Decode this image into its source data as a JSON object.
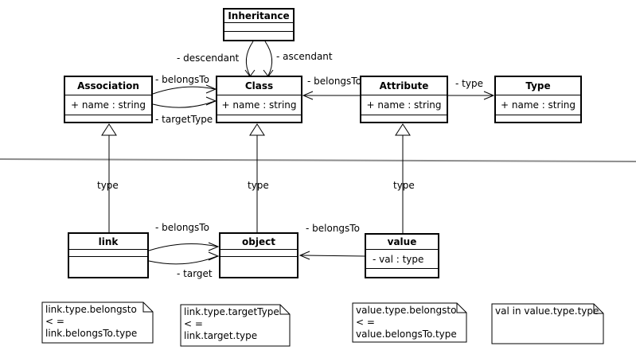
{
  "classes": {
    "inheritance": {
      "name": "Inheritance"
    },
    "association": {
      "name": "Association",
      "attr": "+ name : string"
    },
    "class": {
      "name": "Class",
      "attr": "+ name : string"
    },
    "attribute": {
      "name": "Attribute",
      "attr": "+ name : string"
    },
    "type": {
      "name": "Type",
      "attr": "+ name : string"
    },
    "link": {
      "name": "link"
    },
    "object": {
      "name": "object"
    },
    "value": {
      "name": "value",
      "attr": "- val : type"
    }
  },
  "labels": {
    "descendant": "- descendant",
    "ascendant": "- ascendant",
    "association_belongsTo": "- belongsTo",
    "association_targetType": "- targetType",
    "attribute_belongsTo": "- belongsTo",
    "attribute_type": "- type",
    "link_type": "type",
    "object_type": "type",
    "value_type": "type",
    "link_belongsTo": "- belongsTo",
    "link_target": "- target",
    "value_belongsTo": "- belongsTo"
  },
  "notes": [
    {
      "lines": [
        "link.type.belongsto",
        "< =",
        "link.belongsTo.type"
      ]
    },
    {
      "lines": [
        "link.type.targetType",
        "< =",
        "link.target.type"
      ]
    },
    {
      "lines": [
        "value.type.belongsto",
        "< =",
        "value.belongsTo.type"
      ]
    },
    {
      "lines": [
        "val in value.type.type"
      ]
    }
  ],
  "colors": {
    "line": "#000000",
    "divider": "#8c8c8c",
    "background": "#ffffff",
    "box_fill": "#ffffff"
  }
}
